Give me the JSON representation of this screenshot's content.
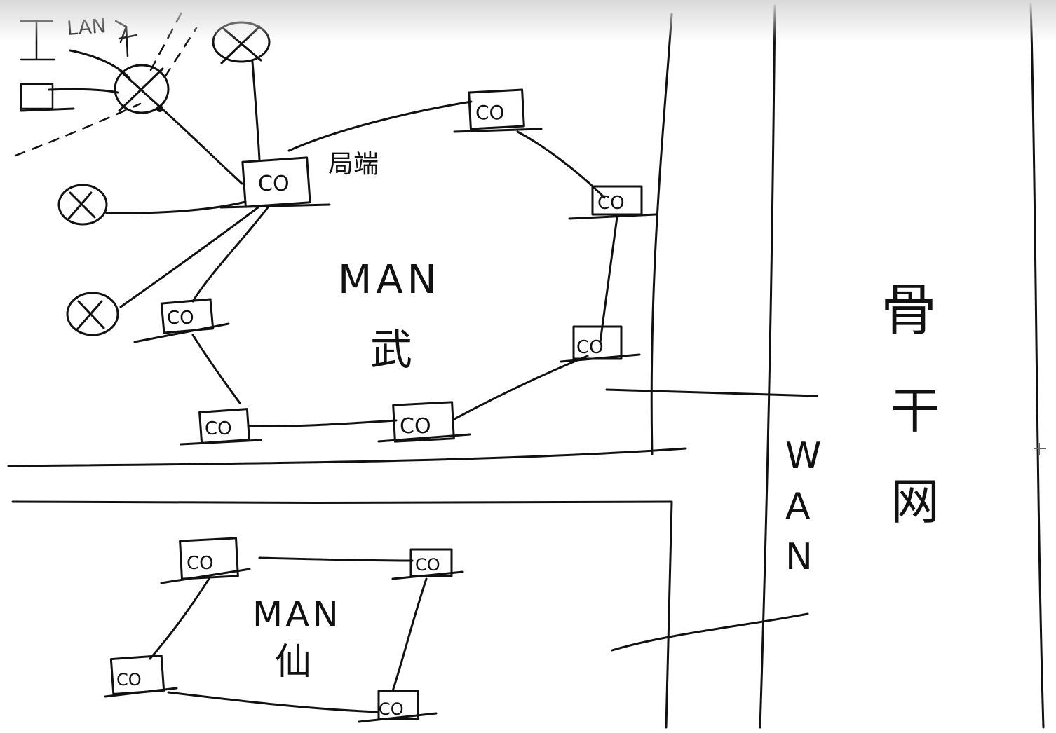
{
  "labels": {
    "lan": "LAN",
    "local_end": "局端",
    "man_wuhan": "MAN",
    "man_wuhan_city": "武",
    "man_xian": "MAN",
    "man_xian_city": "仙",
    "wan": "WAN",
    "backbone": [
      "骨",
      "干",
      "网"
    ],
    "co": "CO",
    "top_left_glyph": "工",
    "left_glyph": "口"
  }
}
